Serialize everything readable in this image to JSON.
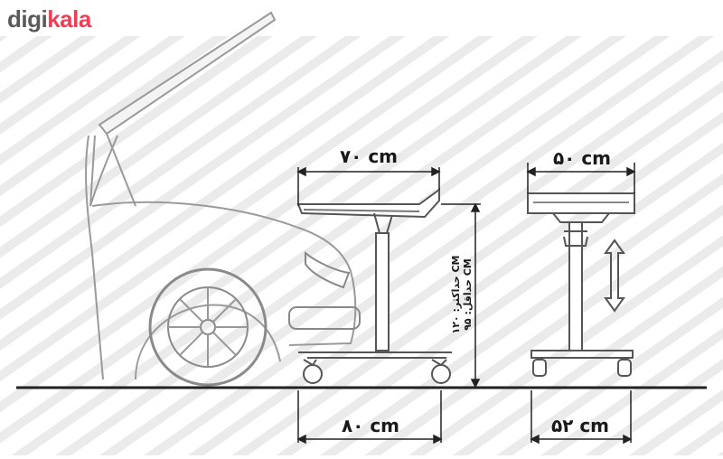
{
  "brand": {
    "part1": "digi",
    "part2": "kala",
    "accent": "#ef3f55",
    "gray": "#5a5a5a"
  },
  "dimensions": {
    "top_left_width": "۷۰ cm",
    "top_right_width": "۵۰ cm",
    "bottom_left_width": "۸۰ cm",
    "bottom_right_width": "۵۲ cm",
    "height_max": "حداکثر: ۱۲۰ CM",
    "height_min": "حداقل: ۹۵ CM"
  },
  "icons": {
    "adjust": "up-down-arrow-icon",
    "logo": "digikala-logo"
  }
}
